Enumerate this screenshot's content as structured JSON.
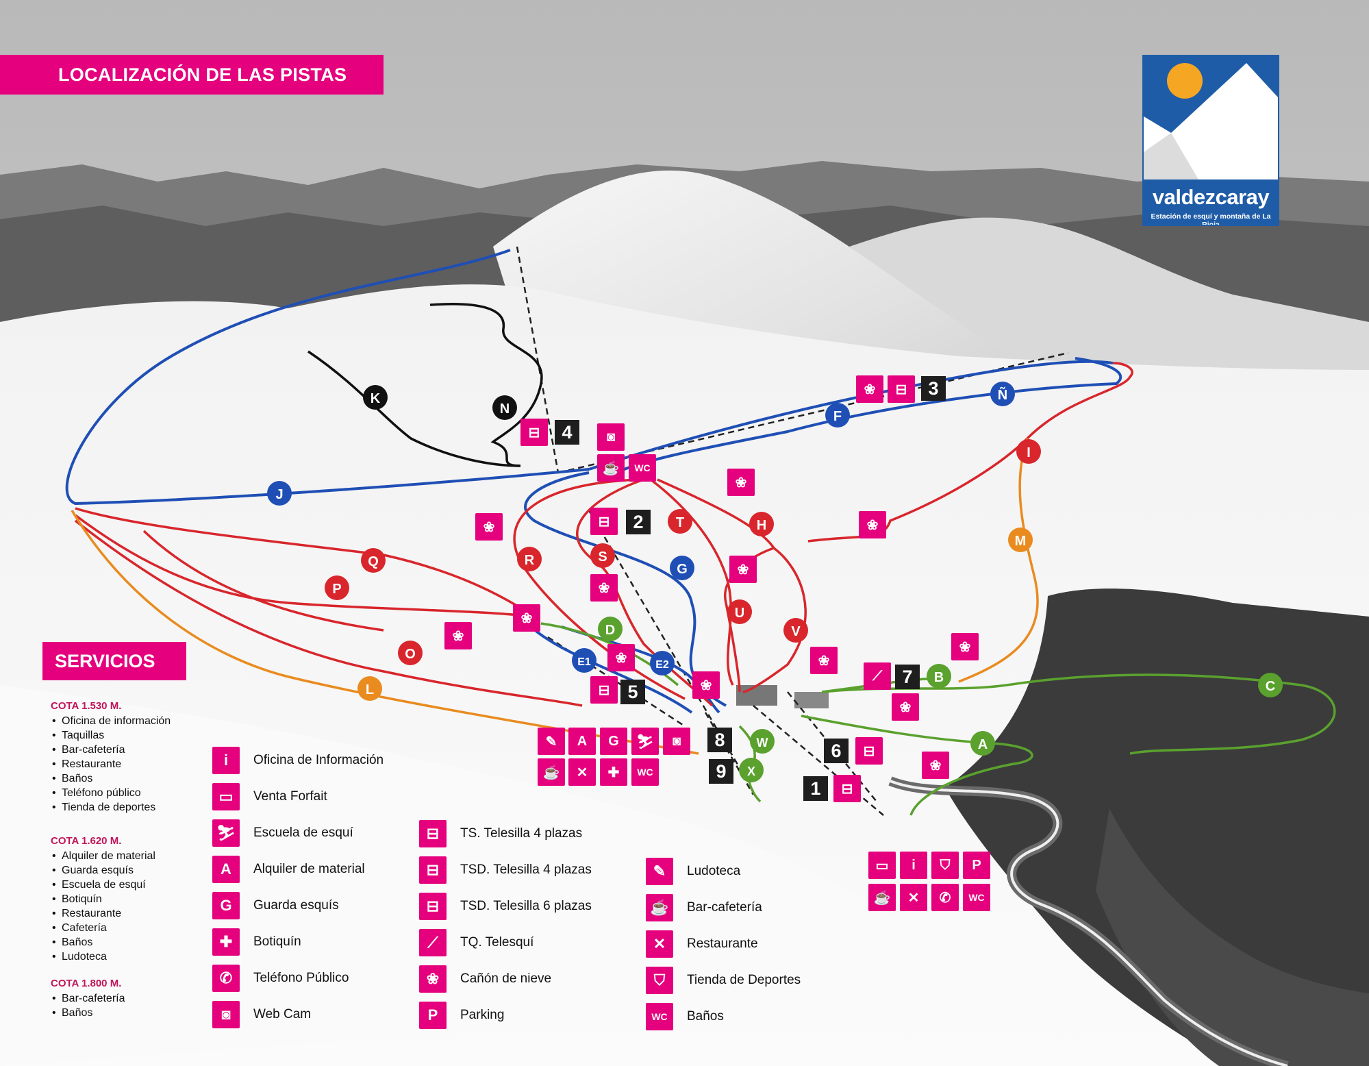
{
  "title": "LOCALIZACIÓN DE LAS PISTAS",
  "logo": {
    "name": "valdezcaray",
    "tagline": "Estación de esquí y montaña de La Rioja"
  },
  "services_title": "SERVICIOS",
  "colors": {
    "magenta": "#e5007e",
    "blue": "#1f4fb5",
    "red": "#d8262c",
    "black": "#111111",
    "green": "#5aa12e",
    "orange": "#e98b1f",
    "lift": "#222222"
  },
  "cotas": [
    {
      "title": "COTA 1.530 M.",
      "items": [
        "Oficina de información",
        "Taquillas",
        "Bar-cafetería",
        "Restaurante",
        "Baños",
        "Teléfono público",
        "Tienda de deportes"
      ]
    },
    {
      "title": "COTA 1.620 M.",
      "items": [
        "Alquiler de material",
        "Guarda esquís",
        "Escuela de esquí",
        "Botiquín",
        "Restaurante",
        "Cafetería",
        "Baños",
        "Ludoteca"
      ]
    },
    {
      "title": "COTA 1.800 M.",
      "items": [
        "Bar-cafetería",
        "Baños"
      ]
    }
  ],
  "legend": {
    "col1": [
      {
        "icon": "info-icon",
        "glyph": "i",
        "label": "Oficina de Información"
      },
      {
        "icon": "forfait-icon",
        "glyph": "▭",
        "label": "Venta Forfait"
      },
      {
        "icon": "ski-school-icon",
        "glyph": "⛷",
        "label": "Escuela de esquí"
      },
      {
        "icon": "rental-icon",
        "glyph": "A",
        "label": "Alquiler de material"
      },
      {
        "icon": "ski-storage-icon",
        "glyph": "G",
        "label": "Guarda esquís"
      },
      {
        "icon": "first-aid-icon",
        "glyph": "✚",
        "label": "Botiquín"
      },
      {
        "icon": "phone-icon",
        "glyph": "✆",
        "label": "Teléfono Público"
      },
      {
        "icon": "webcam-icon",
        "glyph": "◙",
        "label": "Web Cam"
      }
    ],
    "col2": [
      {
        "icon": "chairlift-4-icon",
        "glyph": "⊟",
        "label": "TS. Telesilla 4 plazas"
      },
      {
        "icon": "chairlift-4d-icon",
        "glyph": "⊟",
        "label": "TSD. Telesilla 4 plazas"
      },
      {
        "icon": "chairlift-6d-icon",
        "glyph": "⊟",
        "label": "TSD. Telesilla 6 plazas"
      },
      {
        "icon": "tow-lift-icon",
        "glyph": "⟋",
        "label": "TQ. Telesquí"
      },
      {
        "icon": "snow-cannon-icon",
        "glyph": "❀",
        "label": "Cañón de nieve"
      },
      {
        "icon": "parking-icon",
        "glyph": "P",
        "label": "Parking"
      }
    ],
    "col3": [
      {
        "icon": "kids-room-icon",
        "glyph": "✎",
        "label": "Ludoteca"
      },
      {
        "icon": "cafe-icon",
        "glyph": "☕",
        "label": "Bar-cafetería"
      },
      {
        "icon": "restaurant-icon",
        "glyph": "✕",
        "label": "Restaurante"
      },
      {
        "icon": "sports-shop-icon",
        "glyph": "⛉",
        "label": "Tienda de Deportes"
      },
      {
        "icon": "toilets-icon",
        "glyph": "WC",
        "label": "Baños"
      }
    ]
  },
  "pistes": {
    "J": "J",
    "K": "K",
    "N": "N",
    "F": "F",
    "Ñ": "Ñ",
    "I": "I",
    "M": "M",
    "T": "T",
    "H": "H",
    "R": "R",
    "S": "S",
    "G": "G",
    "Q": "Q",
    "P": "P",
    "O": "O",
    "L": "L",
    "U": "U",
    "V": "V",
    "D": "D",
    "E1": "E1",
    "E2": "E2",
    "B": "B",
    "C": "C",
    "A": "A",
    "W": "W",
    "X": "X"
  },
  "lift_numbers": [
    "1",
    "2",
    "3",
    "4",
    "5",
    "6",
    "7",
    "8",
    "9"
  ],
  "map_icons": {
    "wc": "WC",
    "info": "i",
    "rental": "A",
    "storage": "G",
    "parking": "P",
    "cross": "✚",
    "cannon": "❀",
    "webcam": "◙",
    "cafe": "☕",
    "restaurant": "✕",
    "phone": "✆",
    "lift": "⊟",
    "tow": "⟋",
    "ski": "⛷",
    "shop": "⛉",
    "forfait": "▭",
    "kids": "✎"
  }
}
